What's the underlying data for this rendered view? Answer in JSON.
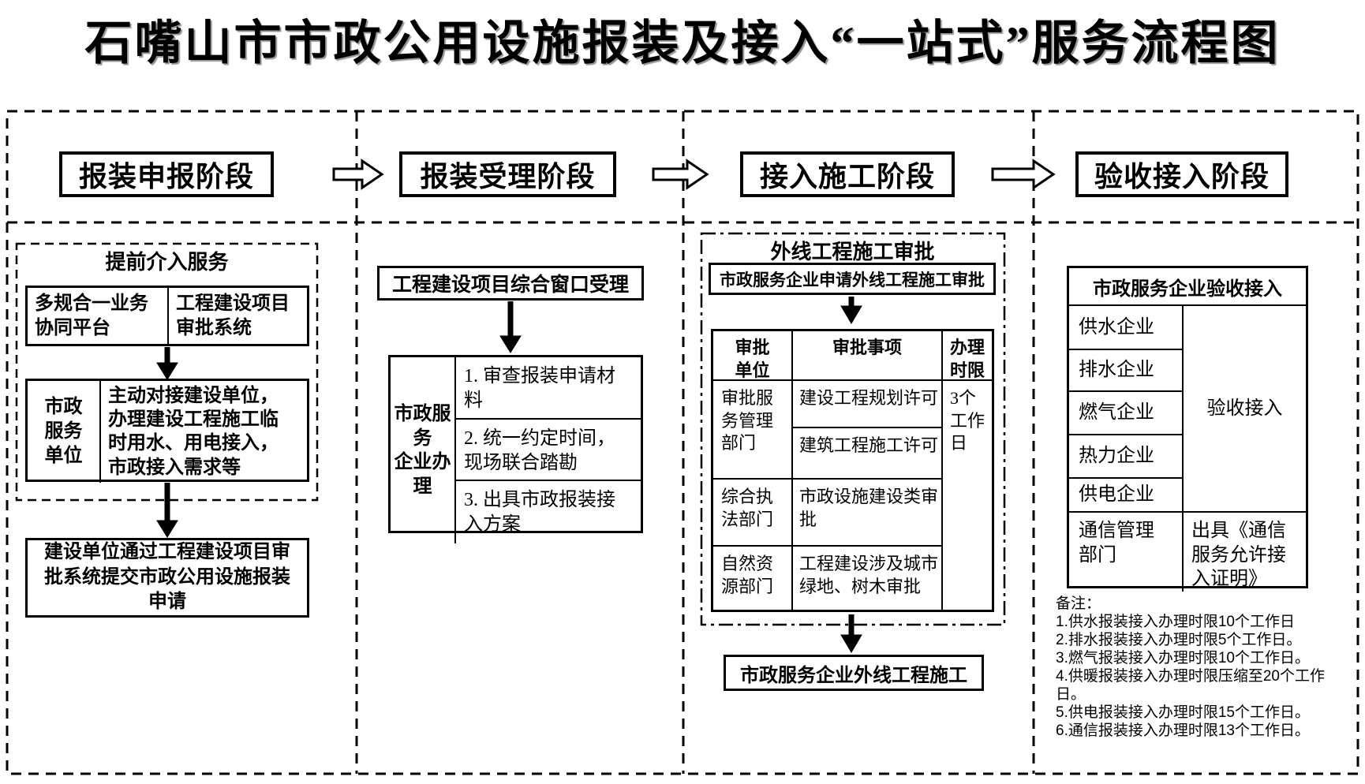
{
  "title": "石嘴山市市政公用设施报装及接入“一站式”服务流程图",
  "colors": {
    "ink": "#000000",
    "paper": "#ffffff"
  },
  "stages": [
    {
      "label": "报装申报阶段"
    },
    {
      "label": "报装受理阶段"
    },
    {
      "label": "接入施工阶段"
    },
    {
      "label": "验收接入阶段"
    }
  ],
  "column1": {
    "early_service_title": "提前介入服务",
    "platform_left": "多规合一业务\n协同平台",
    "platform_right": "工程建设项目\n审批系统",
    "actor": "市政\n服务\n单位",
    "actor_tasks": "主动对接建设单位，\n办理建设工程施工临\n时用水、用电接入，\n市政接入需求等",
    "submit_box": "建设单位通过工程建设项目审\n批系统提交市政公用设施报装\n申请"
  },
  "column2": {
    "window_box": "工程建设项目综合窗口受理",
    "handler": "市政服务\n企业办理",
    "steps": [
      "1. 审查报装申请材\n料",
      "2. 统一约定时间，\n现场联合踏勘",
      "3. 出具市政报装接\n入方案"
    ]
  },
  "column3": {
    "section_title": "外线工程施工审批",
    "apply_box": "市政服务企业申请外线工程施工审批",
    "table": {
      "col_unit": "审批\n单位",
      "col_item": "审批事项",
      "col_time": "办理\n时限",
      "unit1": "审批服\n务管理\n部门",
      "item1a": "建设工程规划许可",
      "item1b": "建筑工程施工许可",
      "unit2": "综合执\n法部门",
      "item2": "市政设施建设类审\n批",
      "unit3": "自然资\n源部门",
      "item3": "工程建设涉及城市\n绿地、树木审批",
      "time_limit": "3个\n工作\n日"
    },
    "construction_box": "市政服务企业外线工程施工"
  },
  "column4": {
    "table_title": "市政服务企业验收接入",
    "companies": [
      "供水企业",
      "排水企业",
      "燃气企业",
      "热力企业",
      "供电企业"
    ],
    "accept_label": "验收接入",
    "comm_unit": "通信管理\n部门",
    "comm_action": "出具《通信\n服务允许接\n入证明》",
    "notes_title": "备注：",
    "notes": [
      "1.供水报装接入办理时限10个工作日",
      "2.排水报装接入办理时限5个工作日。",
      "3.燃气报装接入办理时限10个工作日。",
      "4.供暖报装接入办理时限压缩至20个工作日。",
      "5.供电报装接入办理时限15个工作日。",
      "6.通信报装接入办理时限13个工作日。"
    ]
  }
}
